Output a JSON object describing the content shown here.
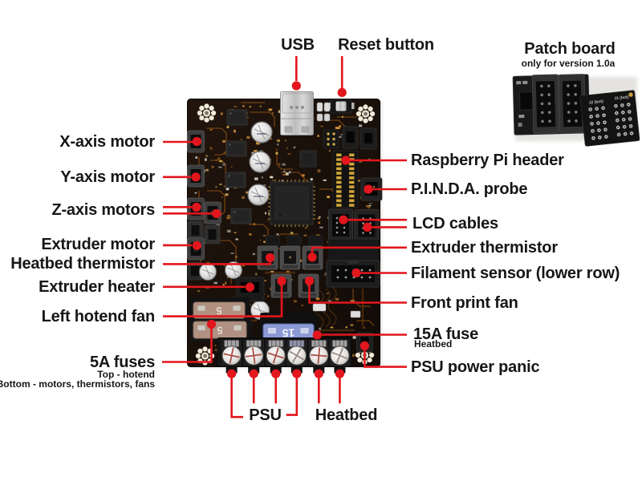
{
  "diagram": {
    "top_labels": [
      {
        "text": "USB"
      },
      {
        "text": "Reset button"
      }
    ],
    "left_labels": [
      {
        "text": "X-axis motor"
      },
      {
        "text": "Y-axis motor"
      },
      {
        "text": "Z-axis motors"
      },
      {
        "text": "Extruder motor"
      },
      {
        "text": "Heatbed thermistor"
      },
      {
        "text": "Extruder heater"
      },
      {
        "text": "Left hotend fan"
      },
      {
        "text": "5A fuses",
        "sub1": "Top - hotend",
        "sub2": "Bottom - motors, thermistors, fans"
      }
    ],
    "right_labels": [
      {
        "text": "Raspberry Pi header"
      },
      {
        "text": "P.I.N.D.A. probe"
      },
      {
        "text": "LCD cables"
      },
      {
        "text": "Extruder thermistor"
      },
      {
        "text": "Filament sensor (lower row)"
      },
      {
        "text": "Front print fan"
      },
      {
        "text": "15A fuse",
        "sub": "Heatbed"
      },
      {
        "text": "PSU power panic"
      }
    ],
    "bottom_labels": [
      {
        "text": "PSU"
      },
      {
        "text": "Heatbed"
      }
    ],
    "patch_board": {
      "title": "Patch board",
      "subtitle": "only for version 1.0a",
      "j2": "J2 (bot)",
      "j1": "J1 (bot)"
    },
    "board_markings": {
      "fuse5_top": "5",
      "fuse5_bottom": "5",
      "fuse15": "15"
    },
    "colors": {
      "leader": "#e2161d",
      "text": "#161616",
      "background": "#ffffff"
    }
  }
}
